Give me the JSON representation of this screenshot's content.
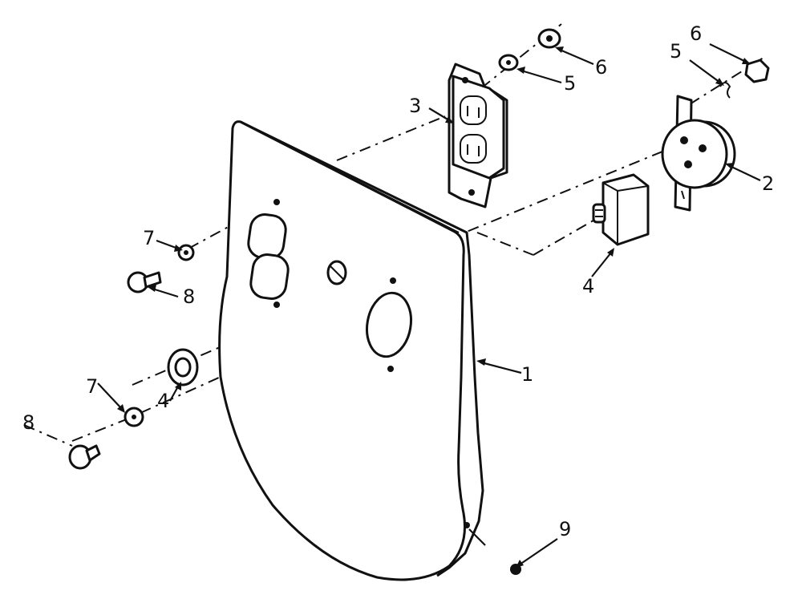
{
  "diagram": {
    "callouts": [
      {
        "id": "c1",
        "text": "1"
      },
      {
        "id": "c2",
        "text": "2"
      },
      {
        "id": "c3",
        "text": "3"
      },
      {
        "id": "c4a",
        "text": "4"
      },
      {
        "id": "c4b",
        "text": "4"
      },
      {
        "id": "c5a",
        "text": "5"
      },
      {
        "id": "c5b",
        "text": "5"
      },
      {
        "id": "c6a",
        "text": "6"
      },
      {
        "id": "c6b",
        "text": "6"
      },
      {
        "id": "c7a",
        "text": "7"
      },
      {
        "id": "c7b",
        "text": "7"
      },
      {
        "id": "c8a",
        "text": "8"
      },
      {
        "id": "c8b",
        "text": "8"
      },
      {
        "id": "c9",
        "text": "9"
      }
    ]
  }
}
